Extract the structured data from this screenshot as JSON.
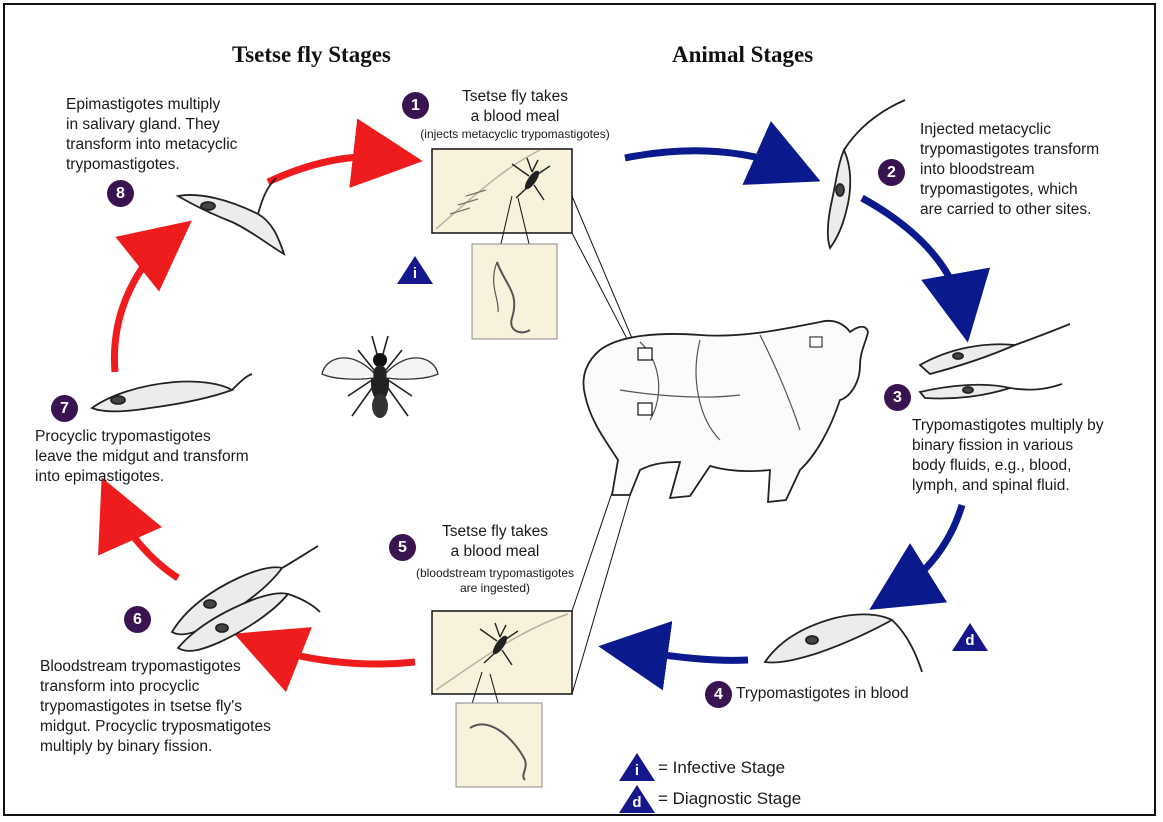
{
  "headers": {
    "fly_stages": "Tsetse fly Stages",
    "animal_stages": "Animal Stages"
  },
  "steps": [
    {
      "number": "1",
      "lines": [
        "Tsetse fly takes",
        "a blood meal"
      ],
      "note": "(injects metacyclic trypomastigotes)"
    },
    {
      "number": "2",
      "lines": [
        "Injected metacyclic",
        "trypomastigotes transform",
        "into bloodstream",
        "trypomastigotes, which",
        "are carried to other sites."
      ]
    },
    {
      "number": "3",
      "lines": [
        "Trypomastigotes multiply by",
        "binary fission in various",
        "body fluids, e.g., blood,",
        "lymph, and spinal fluid."
      ]
    },
    {
      "number": "4",
      "lines": [
        "Trypomastigotes in blood"
      ]
    },
    {
      "number": "5",
      "lines": [
        "Tsetse fly takes",
        "a blood meal"
      ],
      "note_lines": [
        "(bloodstream trypomastigotes",
        "are ingested)"
      ]
    },
    {
      "number": "6",
      "lines": [
        "Bloodstream trypomastigotes",
        "transform into procyclic",
        "trypomastigotes in tsetse fly's",
        "midgut. Procyclic tryposmatigotes",
        "multiply by binary fission."
      ]
    },
    {
      "number": "7",
      "lines": [
        "Procyclic trypomastigotes",
        "leave the midgut and transform",
        "into epimastigotes."
      ]
    },
    {
      "number": "8",
      "lines": [
        "Epimastigotes multiply",
        "in salivary gland. They",
        "transform into metacyclic",
        "trypomastigotes."
      ]
    }
  ],
  "markers": {
    "infective": "i",
    "diagnostic": "d"
  },
  "legend": {
    "infective_label": "= Infective Stage",
    "diagnostic_label": "= Diagnostic Stage"
  },
  "colors": {
    "fly_arrows": "#ee1c1c",
    "animal_arrows": "#0a1a8c",
    "badge": "#3a1450",
    "marker_triangle": "#16178c",
    "inset_fill": "#f8f2dc"
  }
}
